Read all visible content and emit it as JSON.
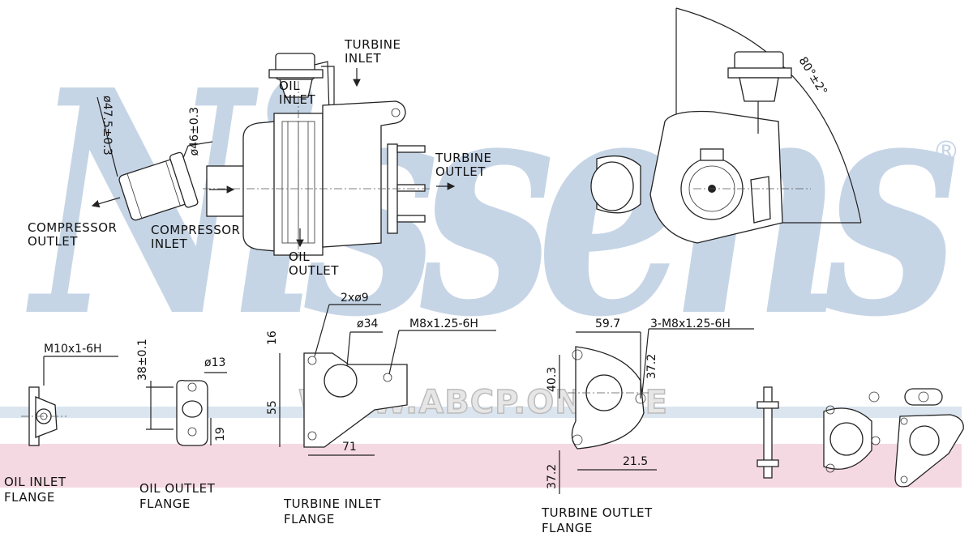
{
  "brand": {
    "name": "Nissens",
    "registered_mark": "®",
    "band_color": "#c6d5e6",
    "stripe_color": "#f5d9e2"
  },
  "watermark": "WWW.ABCP.ONLINE",
  "labels": {
    "turbine_inlet_l1": "TURBINE",
    "turbine_inlet_l2": "INLET",
    "turbine_outlet_l1": "TURBINE",
    "turbine_outlet_l2": "OUTLET",
    "oil_inlet_l1": "OIL",
    "oil_inlet_l2": "INLET",
    "oil_outlet_l1": "OIL",
    "oil_outlet_l2": "OUTLET",
    "compressor_outlet_l1": "COMPRESSOR",
    "compressor_outlet_l2": "OUTLET",
    "compressor_inlet_l1": "COMPRESSOR",
    "compressor_inlet_l2": "INLET"
  },
  "captions": {
    "oil_inlet_flange_l1": "OIL INLET",
    "oil_inlet_flange_l2": "FLANGE",
    "oil_outlet_flange_l1": "OIL OUTLET",
    "oil_outlet_flange_l2": "FLANGE",
    "turbine_inlet_flange_l1": "TURBINE INLET",
    "turbine_inlet_flange_l2": "FLANGE",
    "turbine_outlet_flange_l1": "TURBINE OUTLET",
    "turbine_outlet_flange_l2": "FLANGE"
  },
  "dimensions": {
    "compressor_outlet_dia": "ø47.5±0.3",
    "compressor_inlet_dia": "ø46±0.3",
    "actuator_angle": "80°±2°",
    "oil_inlet_thread": "M10x1-6H",
    "oil_outlet_height": "38±0.1",
    "oil_outlet_dia": "ø13",
    "oil_outlet_19": "19",
    "ti_holes": "2xø9",
    "ti_bore": "ø34",
    "ti_thread": "M8x1.25-6H",
    "ti_16": "16",
    "ti_55": "55",
    "ti_71": "71",
    "to_59_7": "59.7",
    "to_thread": "3-M8x1.25-6H",
    "to_40_3": "40.3",
    "to_37_2_right": "37.2",
    "to_37_2_left": "37.2",
    "to_21_5": "21.5"
  }
}
